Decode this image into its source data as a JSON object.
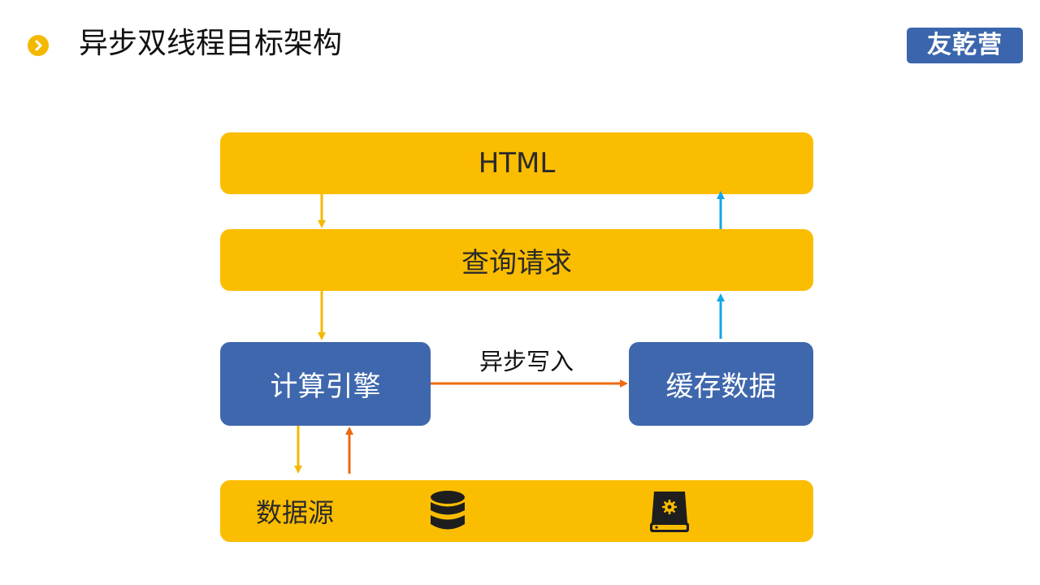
{
  "header": {
    "title": "异步双线程目标架构",
    "logo_text": "友乾营",
    "bullet_icon": "chevron-right-icon"
  },
  "diagram": {
    "nodes": {
      "html": "HTML",
      "query": "查询请求",
      "compute": "计算引擎",
      "cache": "缓存数据",
      "source": "数据源"
    },
    "edge_label": "异步写入",
    "source_icons": [
      "database-icon",
      "hard-drive-icon"
    ]
  },
  "colors": {
    "yellow": "#fbbd00",
    "blue": "#3f67ad",
    "arrow_yellow": "#f5b800",
    "arrow_orange": "#ee6a10",
    "arrow_cyan": "#14a6e6"
  }
}
